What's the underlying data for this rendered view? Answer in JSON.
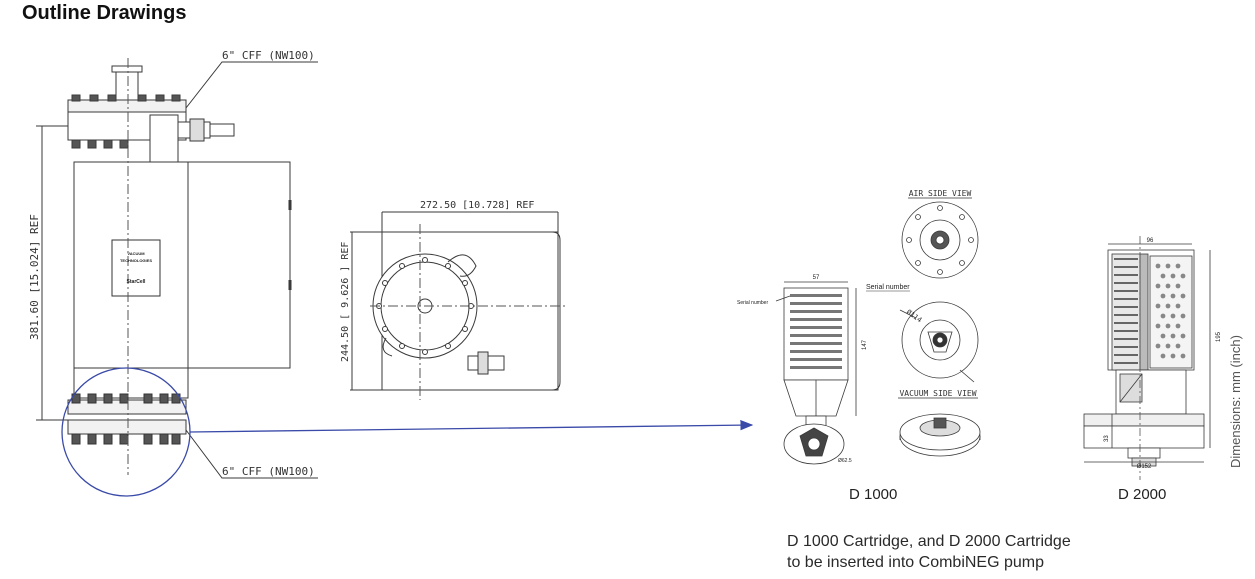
{
  "page": {
    "heading": "Outline Drawings"
  },
  "pump_drawing": {
    "top_flange_callout": "6\" CFF (NW100)",
    "bottom_flange_callout": "6\" CFF (NW100)",
    "height_dimension": "381.60 [15.024] REF",
    "nameplate_line1": "VACUUM",
    "nameplate_line2": "TECHNOLOGIES",
    "nameplate_line3": "StarCell"
  },
  "top_view": {
    "width_dimension": "272.50 [10.728] REF",
    "depth_dimension": "244.50 [ 9.626 ] REF"
  },
  "cartridge_d1000": {
    "serial_label": "Serial number",
    "width_dim": "57",
    "height_dim": "147",
    "dia_dim": "Ø62.5",
    "label": "D 1000"
  },
  "flange_views": {
    "air_side_title": "AIR SIDE VIEW",
    "vacuum_side_title": "VACUUM SIDE VIEW",
    "serial_label": "Serial number",
    "dia_dim": "Ø114"
  },
  "cartridge_d2000": {
    "width_dim": "96",
    "height_dim": "195",
    "small_dim": "33",
    "dia_dim": "Ø152",
    "label": "D 2000"
  },
  "caption": {
    "line1": "D 1000 Cartridge, and D 2000 Cartridge",
    "line2": "to be inserted into CombiNEG pump"
  },
  "units_note": "Dimensions: mm (inch)",
  "colors": {
    "line": "#3a3a3a",
    "leader_arrow": "#3a4aa8",
    "magnifier_circle": "#3a4aa8"
  }
}
